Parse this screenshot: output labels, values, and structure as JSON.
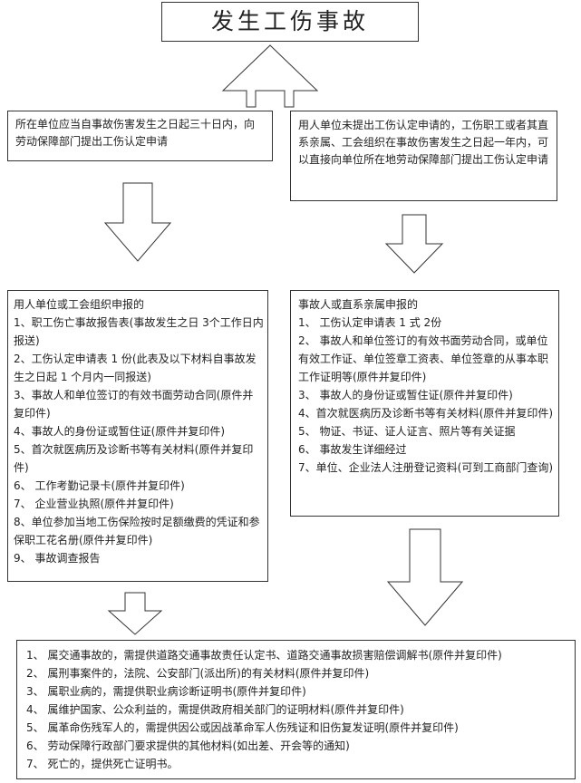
{
  "title": "发生工伤事故",
  "branches": {
    "left_condition": "所在单位应当自事故伤害发生之日起三十日内，向劳动保障部门提出工伤认定申请",
    "right_condition": "用人单位未提出工伤认定申请的，工伤职工或者其直系亲属、工会组织在事故伤害发生之日起一年内，可以直接向单位所在地劳动保障部门提出工伤认定申请"
  },
  "left_list": {
    "heading": "用人单位或工会组织申报的",
    "items": [
      "1、职工伤亡事故报告表(事故发生之日 3个工作日内报送)",
      "2、工伤认定申请表 1 份(此表及以下材料自事故发生之日起 1 个月内一同报送)",
      "3、事故人和单位签订的有效书面劳动合同(原件并复印件)",
      "4、事故人的身份证或暂住证(原件并复印件)",
      "5、首次就医病历及诊断书等有关材料(原件并复印件)",
      "6、 工作考勤记录卡(原件并复印件)",
      "7、 企业营业执照(原件并复印件)",
      "8、单位参加当地工伤保险按时足额缴费的凭证和参保职工花名册(原件并复印件)",
      "9、 事故调查报告"
    ]
  },
  "right_list": {
    "heading": "事故人或直系亲属申报的",
    "items": [
      "1、 工伤认定申请表 1 式 2份",
      "2、 事故人和单位签订的有效书面劳动合同，或单位有效工作证、单位签章工资表、单位签章的从事本职工作证明等(原件并复印件)",
      "3、 事故人的身份证或暂住证(原件并复印件)",
      "4、首次就医病历及诊断书等有关材料(原件并复印件)",
      "5、 物证、书证、证人证言、照片等有关证据",
      "6、 事故发生详细经过",
      "7、单位、企业法人注册登记资料(可到工商部门查询)"
    ]
  },
  "bottom_list": {
    "items": [
      "1、 属交通事故的，需提供道路交通事故责任认定书、道路交通事故损害赔偿调解书(原件并复印件)",
      "2、 属刑事案件的，法院、公安部门(派出所)的有关材料(原件并复印件)",
      "3、 属职业病的，需提供职业病诊断证明书(原件并复印件)",
      "4、 属维护国家、公众利益的，需提供政府相关部门的证明材料(原件并复印件)",
      "5、 属革命伤残军人的，需提供因公或因战革命军人伤残证和旧伤复发证明(原件并复印件)",
      "6、 劳动保障行政部门要求提供的其他材料(如出差、开会等的通知)",
      "7、 死亡的，提供死亡证明书。"
    ]
  }
}
